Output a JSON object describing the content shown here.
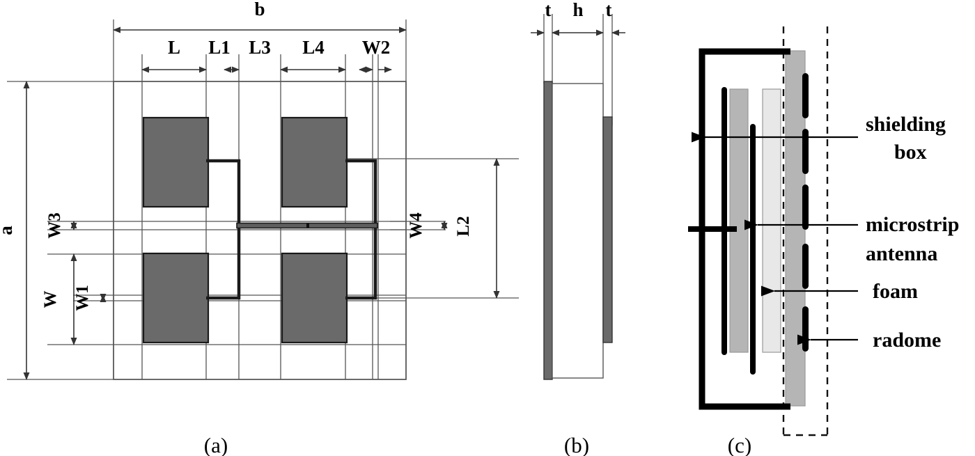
{
  "figure": {
    "title": "Microstrip antenna array layout, side view and shielding assembly",
    "colors": {
      "patch_gray": "#6a6a6a",
      "mid_gray": "#b5b5b5",
      "light_gray": "#e8e8e8",
      "line_black": "#000000",
      "thin_line": "#555555",
      "background": "#ffffff"
    }
  },
  "panel_a": {
    "caption": "(a)",
    "dimensions": {
      "b": "b",
      "a": "a",
      "L": "L",
      "L1": "L1",
      "L2": "L2",
      "L3": "L3",
      "L4": "L4",
      "W": "W",
      "W1": "W1",
      "W2": "W2",
      "W3": "W3",
      "W4": "W4"
    }
  },
  "panel_b": {
    "caption": "(b)",
    "dimensions": {
      "t_left": "t",
      "h": "h",
      "t_right": "t"
    }
  },
  "panel_c": {
    "caption": "(c)",
    "callouts": [
      {
        "id": "shielding-box",
        "line1": "shielding",
        "line2": "box"
      },
      {
        "id": "microstrip-antenna",
        "line1": "microstrip",
        "line2": "antenna"
      },
      {
        "id": "foam",
        "line1": "foam",
        "line2": ""
      },
      {
        "id": "radome",
        "line1": "radome",
        "line2": ""
      }
    ]
  }
}
